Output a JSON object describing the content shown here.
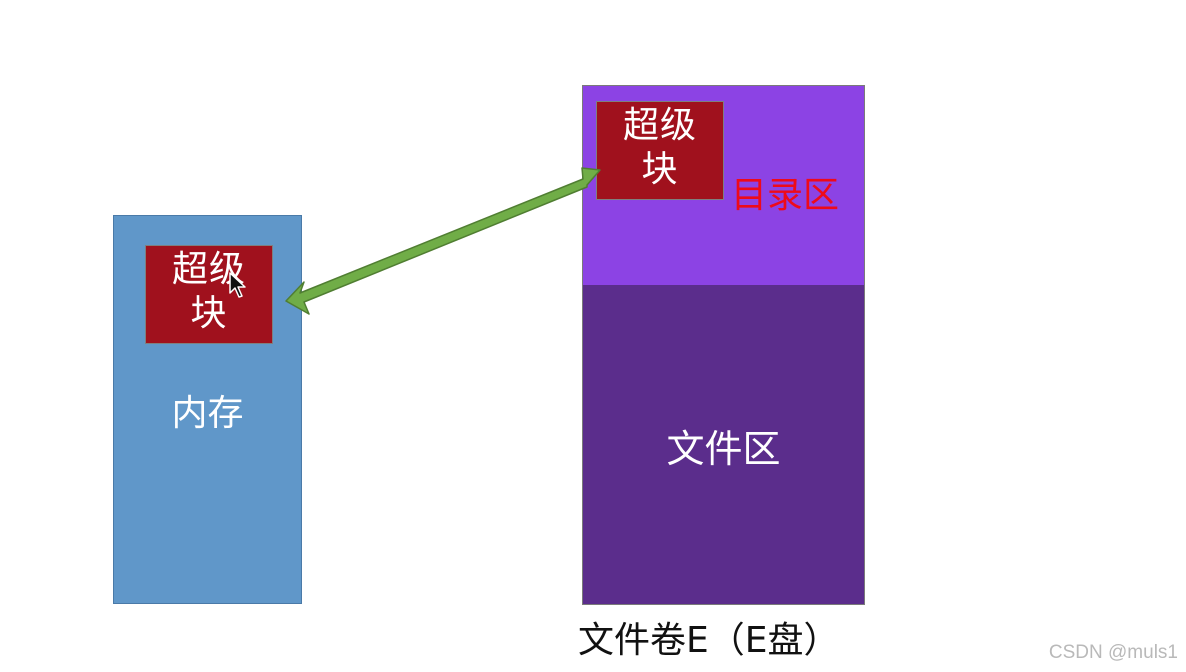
{
  "memory": {
    "superblock_lines": [
      "超级",
      "块"
    ],
    "label": "内存"
  },
  "volume": {
    "superblock_lines": [
      "超级",
      "块"
    ],
    "directory_area_label": "目录区",
    "file_area_label": "文件区",
    "caption": "文件卷E（E盘）"
  },
  "watermark": "CSDN @muls1",
  "colors": {
    "memory": "#6097c9",
    "superblock": "#a0111d",
    "directory_area": "#8c43e4",
    "file_area": "#5b2d8c",
    "directory_label": "#ee0a1a",
    "arrow": "#70ad47"
  }
}
